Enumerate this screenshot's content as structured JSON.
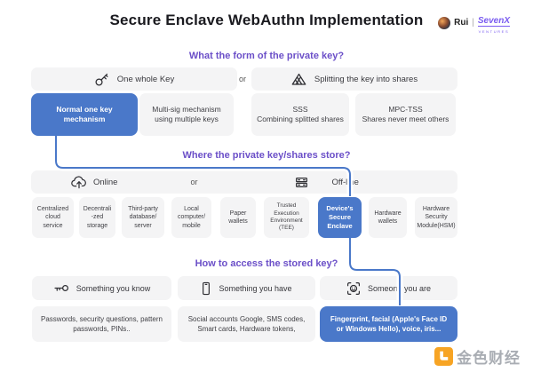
{
  "colors": {
    "accent_blue": "#4a78c9",
    "header_purple": "#6b4fc8",
    "brand_purple": "#7a5cf0",
    "box_gray": "#f4f4f5"
  },
  "header": {
    "title": "Secure Enclave WebAuthn Implementation",
    "author": "Rui",
    "separator": "|",
    "brand": "SevenX",
    "brand_sub": "VENTURES"
  },
  "sections": {
    "form": {
      "title": "What the form of the private key?",
      "or": "or",
      "options": [
        {
          "icon": "key-icon",
          "label": "One whole Key"
        },
        {
          "icon": "split-triangle-icon",
          "label": "Splitting the key into shares"
        }
      ],
      "mechanisms": [
        {
          "label": "Normal one key\nmechanism",
          "active": true
        },
        {
          "label": "Multi-sig mechanism\nusing multiple keys",
          "active": false
        },
        {
          "label": "SSS\nCombining splitted shares",
          "active": false
        },
        {
          "label": "MPC-TSS\nShares never meet others",
          "active": false
        }
      ]
    },
    "storage": {
      "title": "Where the private key/shares store?",
      "or": "or",
      "modes": [
        {
          "icon": "cloud-upload-icon",
          "label": "Online"
        },
        {
          "icon": "server-icon",
          "label": "Off-line"
        }
      ],
      "locations": [
        {
          "label": "Centralized\ncloud\nservice",
          "active": false
        },
        {
          "label": "Decentrali\n-zed\nstorage",
          "active": false
        },
        {
          "label": "Third-party\ndatabase/\nserver",
          "active": false
        },
        {
          "label": "Local\ncomputer/\nmobile",
          "active": false
        },
        {
          "label": "Paper\nwallets",
          "active": false
        },
        {
          "label": "Trusted\nExecution\nEnvironment\n(TEE)",
          "active": false
        },
        {
          "label": "Device's\nSecure\nEnclave",
          "active": true
        },
        {
          "label": "Hardware\nwallets",
          "active": false
        },
        {
          "label": "Hardware\nSecurity\nModule(HSM)",
          "active": false
        }
      ]
    },
    "access": {
      "title": "How to access the stored key?",
      "factors": [
        {
          "icon": "key-left-icon",
          "label": "Something you know"
        },
        {
          "icon": "phone-icon",
          "label": "Something you have"
        },
        {
          "icon": "face-scan-icon",
          "label": "Someone you are"
        }
      ],
      "examples": [
        {
          "label": "Passwords, security questions, pattern passwords, PINs..",
          "active": false
        },
        {
          "label": "Social accounts Google, SMS codes, Smart cards, Hardware tokens,",
          "active": false
        },
        {
          "label": "Fingerprint, facial (Apple's Face ID or Windows Hello), voice, iris...",
          "active": true
        }
      ]
    }
  },
  "footer": {
    "brand": "金色财经"
  }
}
